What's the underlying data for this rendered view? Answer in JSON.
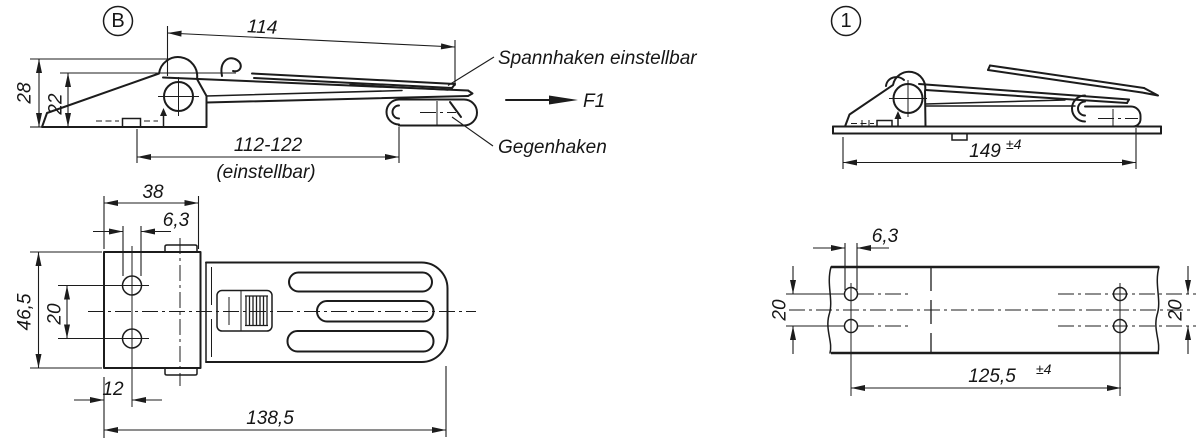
{
  "drawing": {
    "line_color": "#1c1c1c",
    "background_color": "#ffffff",
    "view_b": {
      "label": "B",
      "dim_top": "114",
      "dim_height_outer": "28",
      "dim_height_inner": "22",
      "dim_adjust_range": "112-122",
      "dim_adjust_note": "(einstellbar)",
      "callout_hook": "Spannhaken einstellbar",
      "force_label": "F1",
      "callout_counterhook": "Gegenhaken"
    },
    "view_b_top": {
      "dim_plate_width": "38",
      "dim_hole_dia": "6,3",
      "dim_overall_width": "46,5",
      "dim_hole_spacing": "20",
      "dim_hole_offset": "12",
      "dim_overall_length": "138,5"
    },
    "view_1": {
      "label": "1",
      "dim_length_value": "149",
      "dim_length_tol": "±4"
    },
    "view_1_top": {
      "dim_hole_dia": "6,3",
      "dim_hole_spacing_left": "20",
      "dim_hole_spacing_right": "20",
      "dim_span_value": "125,5",
      "dim_span_tol": "±4"
    }
  }
}
